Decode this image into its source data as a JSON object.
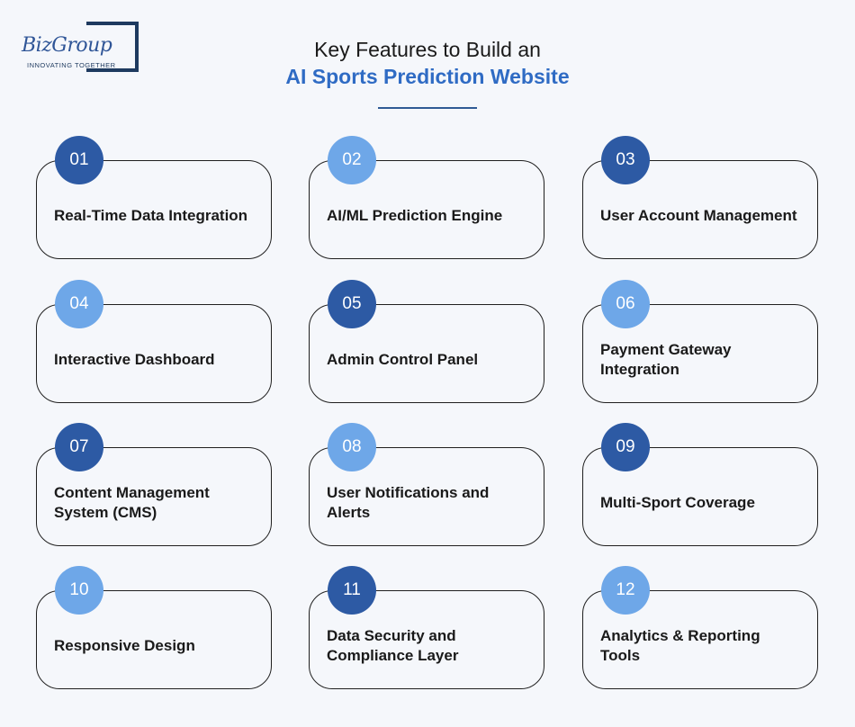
{
  "brand": {
    "name": "BizGroup",
    "tagline": "INNOVATING TOGETHER"
  },
  "header": {
    "title_line1": "Key Features to Build an",
    "title_line2": "AI Sports Prediction Website"
  },
  "colors": {
    "badge_dark": "#2d5aa4",
    "badge_light": "#6ea7e8",
    "title_accent": "#2f6bc4"
  },
  "features": [
    {
      "number": "01",
      "label": "Real-Time Data Integration",
      "badge_style": "dark"
    },
    {
      "number": "02",
      "label": "AI/ML Prediction Engine",
      "badge_style": "light"
    },
    {
      "number": "03",
      "label": "User Account Management",
      "badge_style": "dark"
    },
    {
      "number": "04",
      "label": "Interactive Dashboard",
      "badge_style": "light"
    },
    {
      "number": "05",
      "label": "Admin Control Panel",
      "badge_style": "dark"
    },
    {
      "number": "06",
      "label": "Payment Gateway Integration",
      "badge_style": "light"
    },
    {
      "number": "07",
      "label": "Content Management System (CMS)",
      "badge_style": "dark"
    },
    {
      "number": "08",
      "label": "User Notifications and Alerts",
      "badge_style": "light"
    },
    {
      "number": "09",
      "label": "Multi-Sport Coverage",
      "badge_style": "dark"
    },
    {
      "number": "10",
      "label": "Responsive Design",
      "badge_style": "light"
    },
    {
      "number": "11",
      "label": "Data Security and Compliance Layer",
      "badge_style": "dark"
    },
    {
      "number": "12",
      "label": "Analytics & Reporting Tools",
      "badge_style": "light"
    }
  ]
}
